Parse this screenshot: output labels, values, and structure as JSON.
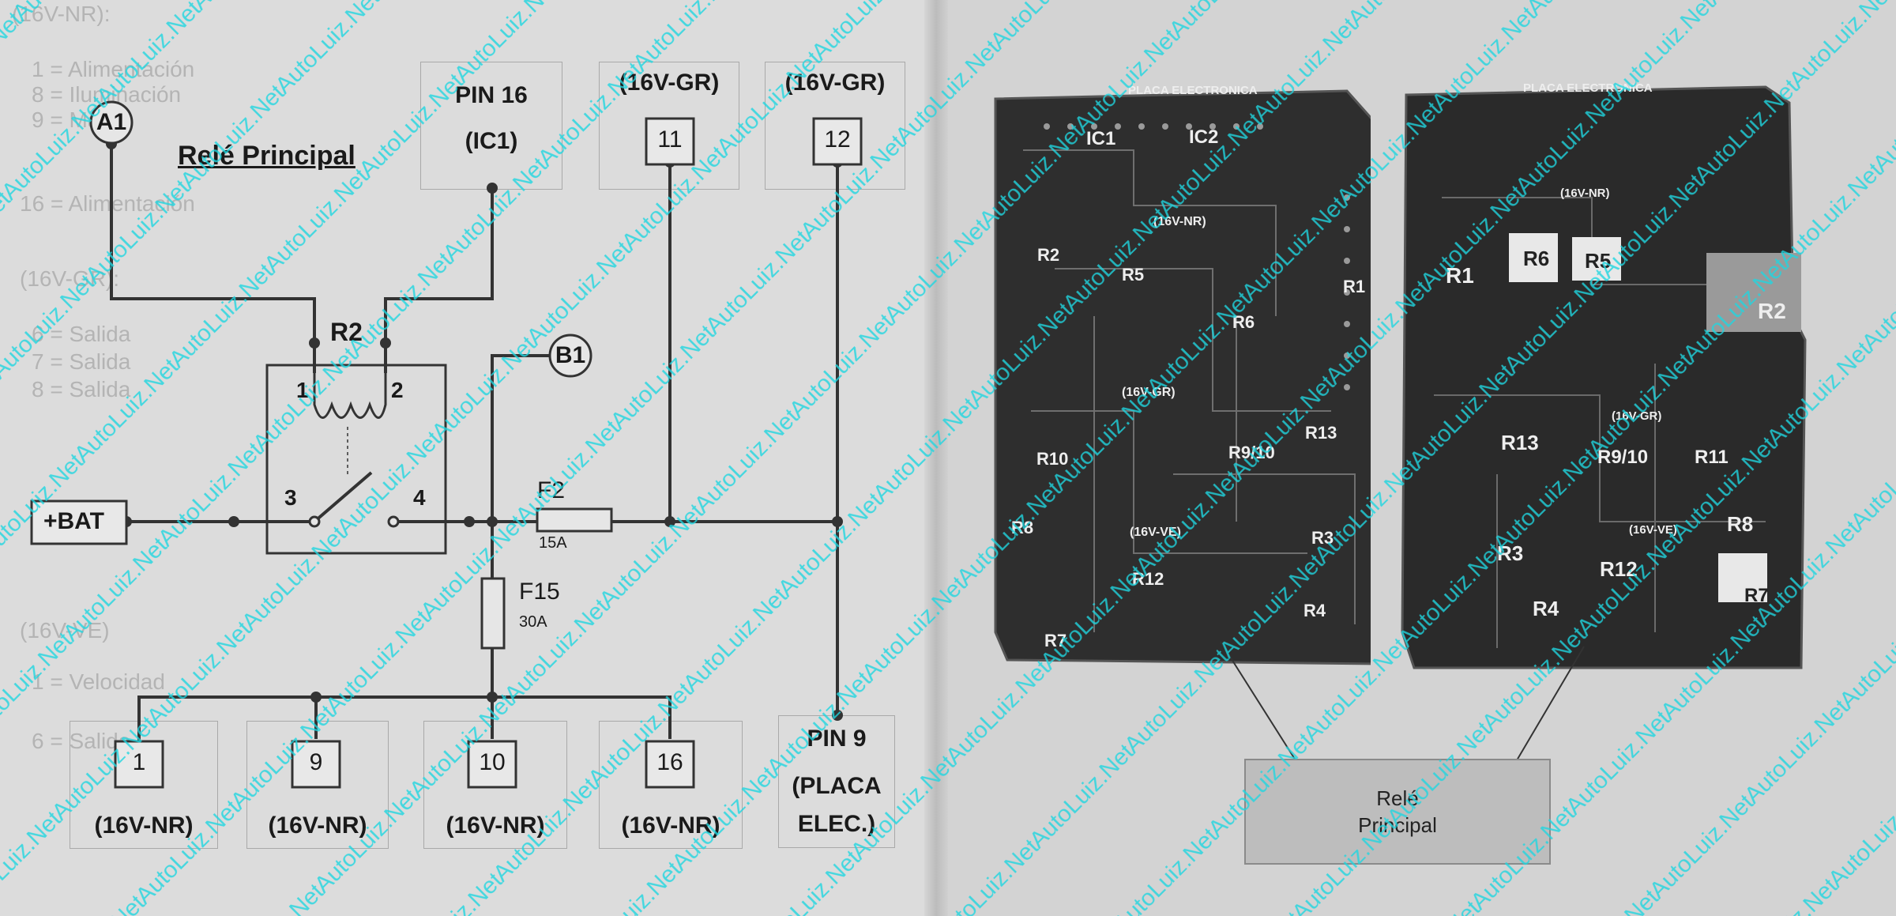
{
  "left_page": {
    "ghost_texts": [
      "(16V-NR):",
      "1 = Alimentación",
      "8 = Iluminación",
      "9 = Masa",
      "16 = Alimentación",
      "(16V-GR):",
      "6 = Salida",
      "7 = Salida",
      "8 = Salida",
      "(16V-VE)",
      "1 = Velocidad",
      "6 = Salida"
    ]
  },
  "schematic": {
    "title": "Relé Principal",
    "terminal_a1": "A1",
    "terminal_b1": "B1",
    "bat": "+BAT",
    "relay": "R2",
    "relay_pins": [
      "1",
      "2",
      "3",
      "4"
    ],
    "top_boxes": [
      {
        "title_line1": "PIN 16",
        "title_line2": "(IC1)",
        "number": ""
      },
      {
        "title_line1": "(16V-GR)",
        "title_line2": "",
        "number": "11"
      },
      {
        "title_line1": "(16V-GR)",
        "title_line2": "",
        "number": "12"
      }
    ],
    "fuse_f2": {
      "label": "F2",
      "rating": "15A"
    },
    "fuse_f15": {
      "label": "F15",
      "rating": "30A"
    },
    "bottom_boxes": [
      {
        "number": "1",
        "label": "(16V-NR)"
      },
      {
        "number": "9",
        "label": "(16V-NR)"
      },
      {
        "number": "10",
        "label": "(16V-NR)"
      },
      {
        "number": "16",
        "label": "(16V-NR)"
      }
    ],
    "pin9": {
      "line1": "PIN 9",
      "line2": "(PLACA",
      "line3": "ELEC.)"
    }
  },
  "board_left": {
    "header": "PLACA ELECTRONICA",
    "labels": [
      "IC1",
      "IC2",
      "R2",
      "R5",
      "R6",
      "R1",
      "(16V-NR)",
      "(16V-GR)",
      "R13",
      "R10",
      "R9/10",
      "R8",
      "(16V-VE)",
      "R3",
      "R12",
      "R4",
      "R7"
    ]
  },
  "board_right": {
    "header": "PLACA ELECTRONICA",
    "labels": [
      "R1",
      "R6",
      "R5",
      "R2",
      "(16V-NR)",
      "(16V-GR)",
      "R13",
      "R9/10",
      "R11",
      "R8",
      "(16V-VE)",
      "R3",
      "R12",
      "R4",
      "R7"
    ]
  },
  "caption": {
    "line1": "Relé",
    "line2": "Principal"
  },
  "watermark": {
    "text": "AutoLuiz.Net",
    "color": "#1fd6e0"
  }
}
